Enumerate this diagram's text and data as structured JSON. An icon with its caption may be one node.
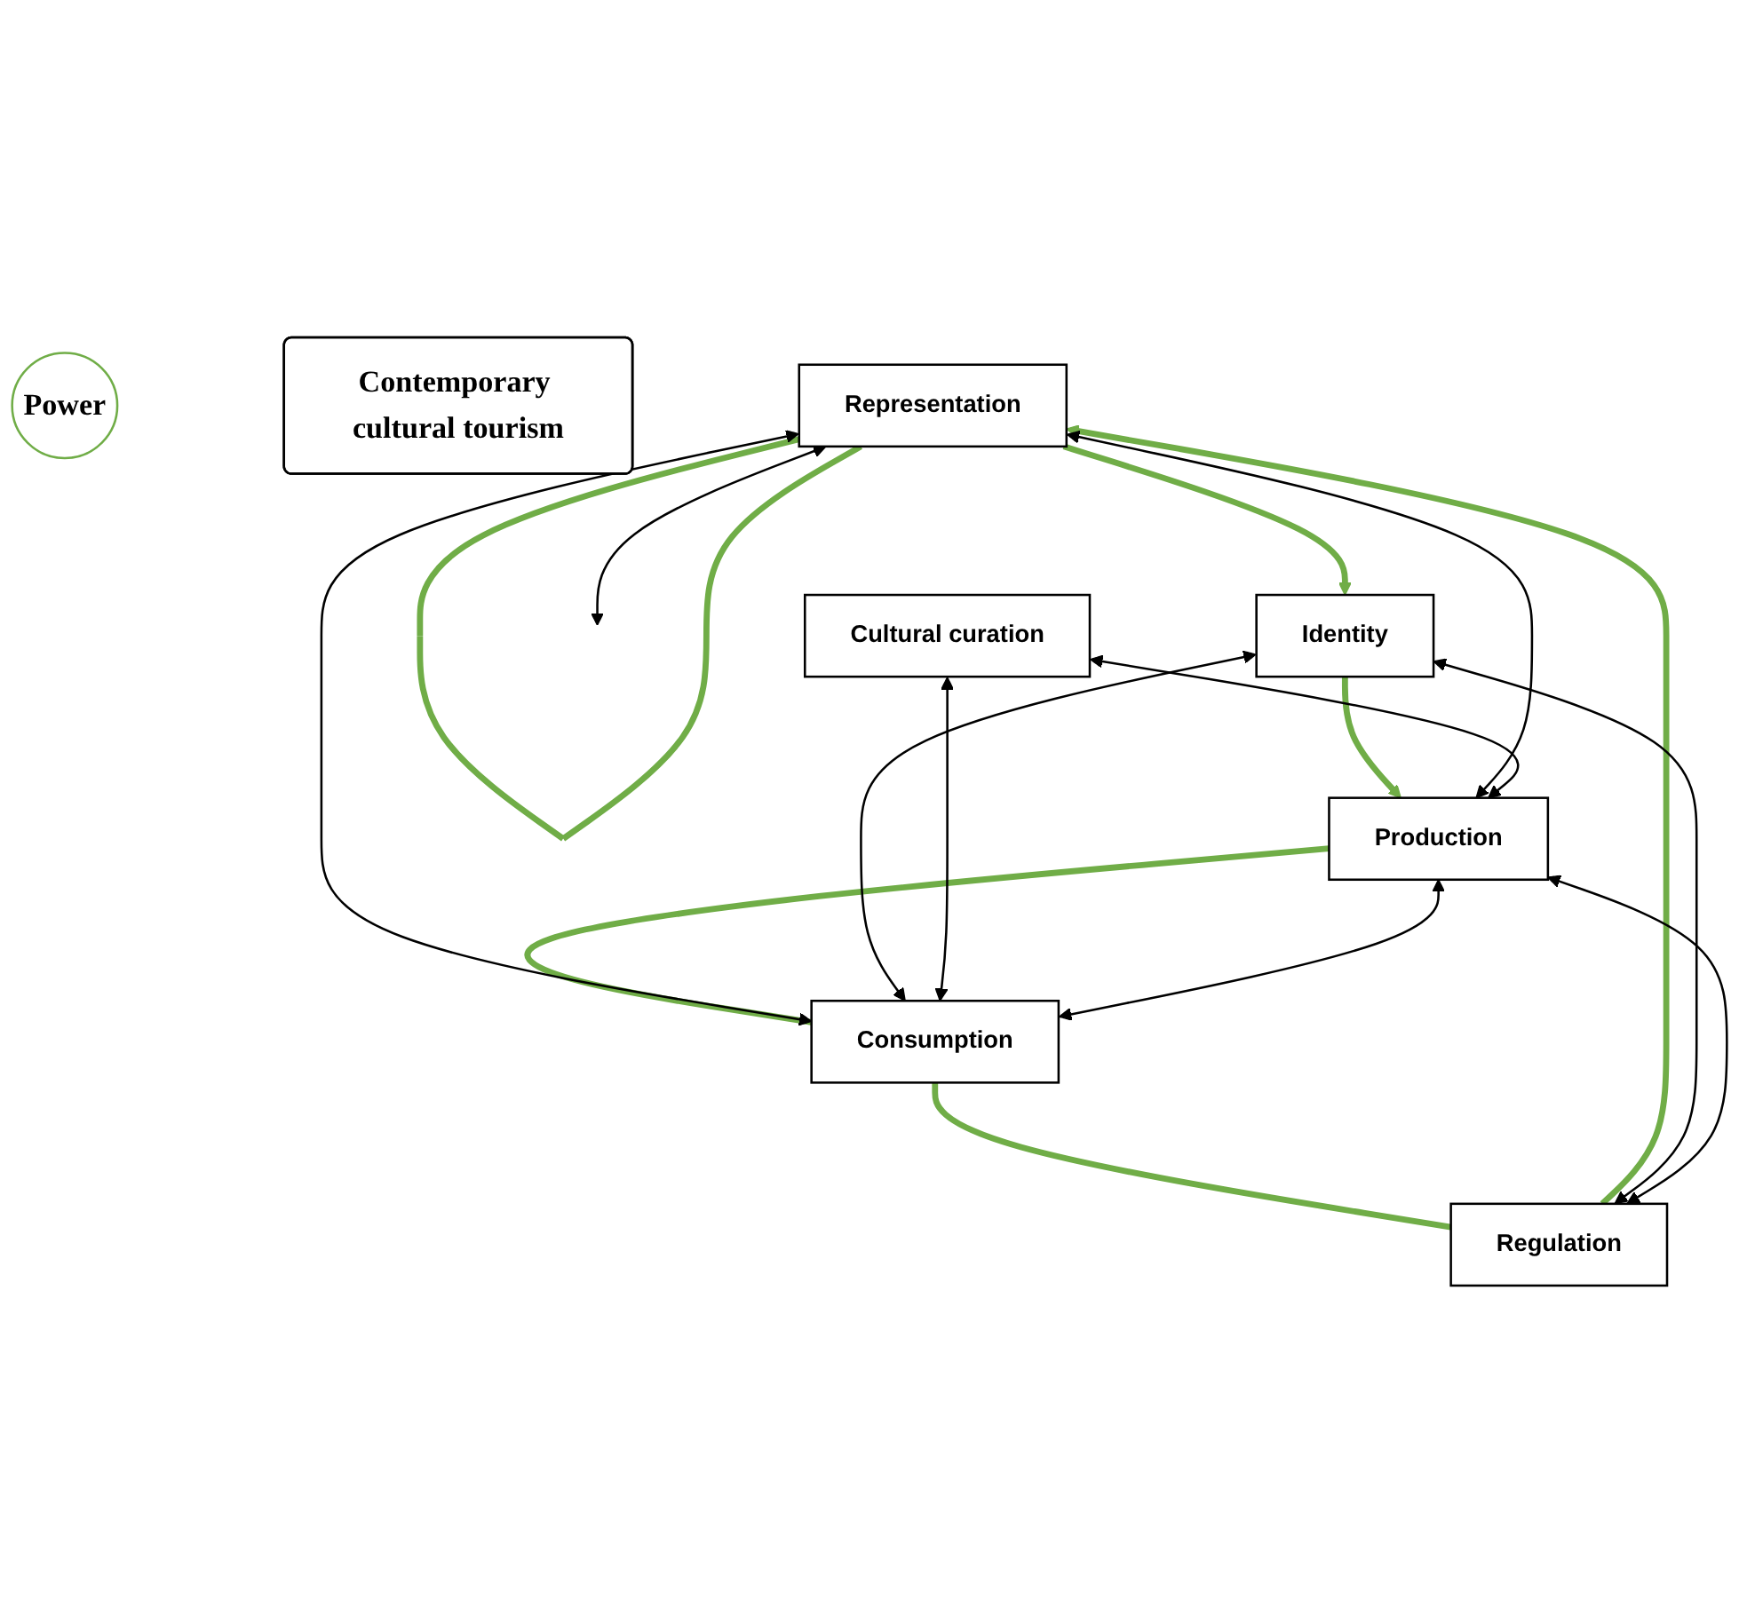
{
  "diagram": {
    "nodes": [
      {
        "text": [
          "Contemporary cultural tourism"
        ]
      },
      {
        "text": [
          "Representation"
        ]
      },
      {
        "text": [
          "Identity"
        ]
      },
      {
        "text": [
          "Regulation"
        ]
      },
      {
        "text": [
          "Power"
        ]
      },
      {
        "text": [
          "Cultural curation"
        ]
      },
      {
        "text": [
          "Consumption"
        ]
      },
      {
        "text": [
          "Production"
        ]
      }
    ],
    "edges": [
      {
        "from": 1,
        "to": 1,
        "arrow": "none",
        "style": "thick",
        "color": "#70ad47"
      },
      {
        "from": 1,
        "to": 2,
        "arrow": "to",
        "style": "thick",
        "color": "#70ad47"
      },
      {
        "from": 2,
        "to": 7,
        "arrow": "to",
        "style": "thick",
        "color": "#70ad47"
      },
      {
        "from": 7,
        "to": 6,
        "arrow": "none",
        "style": "thick",
        "color": "#70ad47"
      },
      {
        "from": 6,
        "to": 3,
        "arrow": "none",
        "style": "thick",
        "color": "#70ad47"
      },
      {
        "from": 3,
        "to": 1,
        "arrow": "to",
        "style": "thick",
        "color": "#70ad47"
      },
      {
        "from": 3,
        "to": 2,
        "arrow": "both"
      },
      {
        "from": 3,
        "to": 7,
        "arrow": "both"
      },
      {
        "from": 1,
        "to": 6,
        "arrow": "both"
      },
      {
        "from": 1,
        "to": 7,
        "arrow": "both"
      },
      {
        "from": 1,
        "to": null,
        "arrow": "both"
      },
      {
        "from": 2,
        "to": 6,
        "arrow": "both"
      },
      {
        "from": 5,
        "to": 6,
        "arrow": "both"
      },
      {
        "from": 5,
        "to": 7,
        "arrow": "both"
      },
      {
        "from": 6,
        "to": 7,
        "arrow": "both"
      }
    ]
  }
}
